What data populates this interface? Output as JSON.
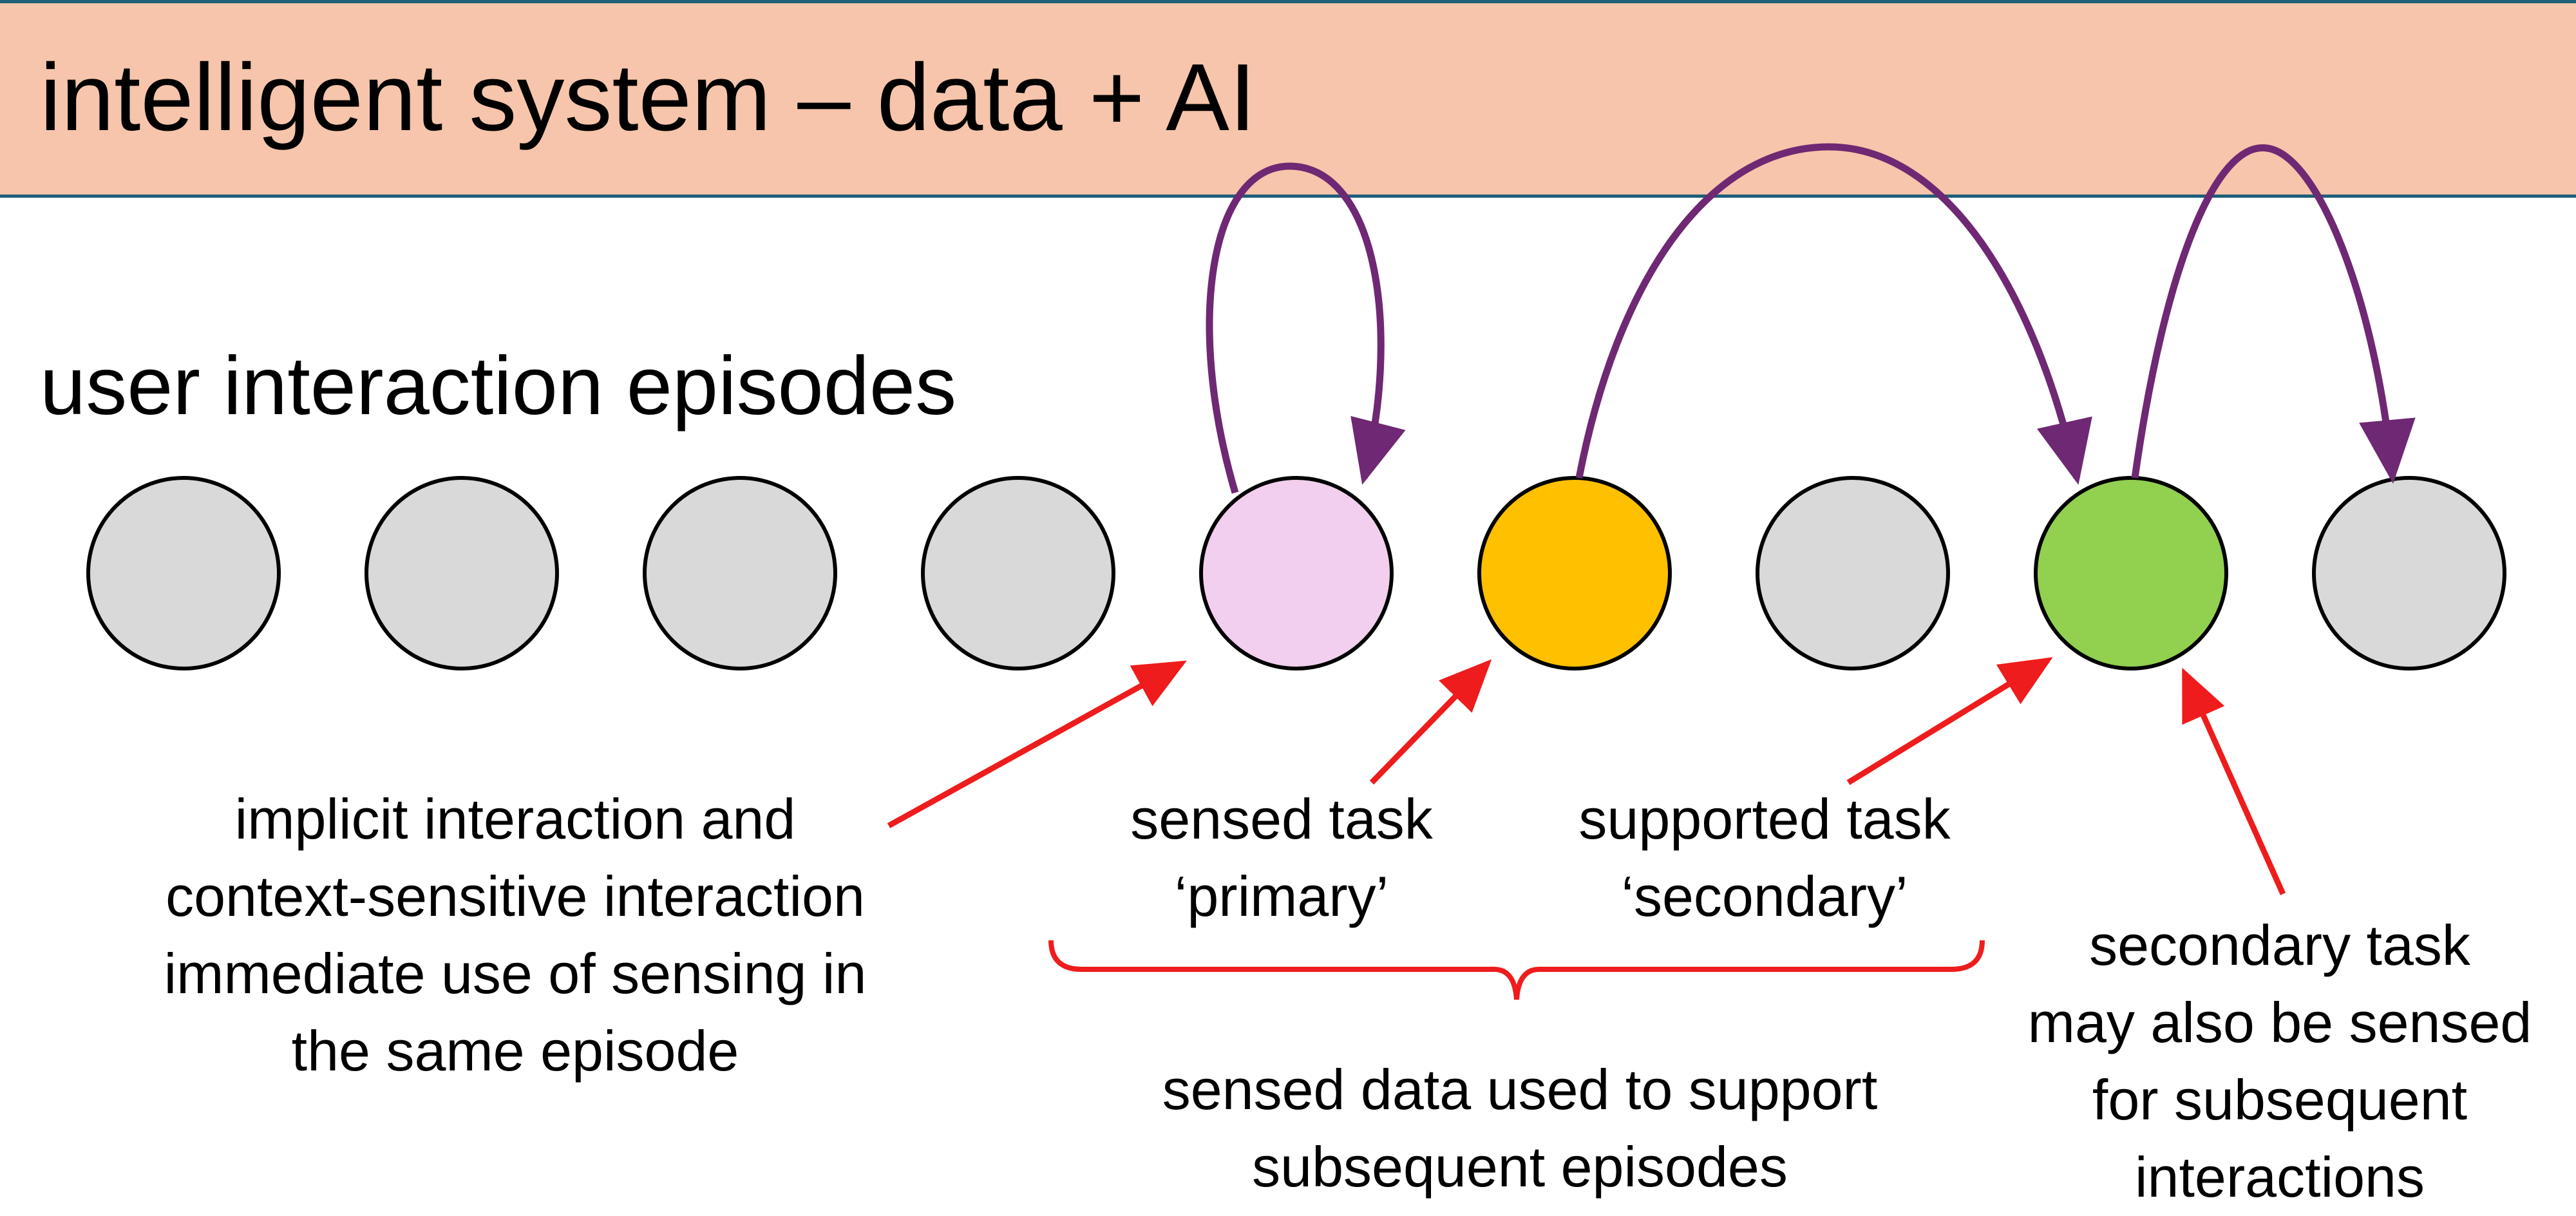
{
  "header": {
    "title": "intelligent system – data + AI"
  },
  "section": {
    "heading": "user interaction episodes"
  },
  "episodes": [
    {
      "state": "plain",
      "color": "#d9d9d9"
    },
    {
      "state": "plain",
      "color": "#d9d9d9"
    },
    {
      "state": "plain",
      "color": "#d9d9d9"
    },
    {
      "state": "plain",
      "color": "#d9d9d9"
    },
    {
      "state": "implicit",
      "color": "#f2cfee"
    },
    {
      "state": "primary",
      "color": "#ffc000"
    },
    {
      "state": "plain",
      "color": "#d9d9d9"
    },
    {
      "state": "secondary",
      "color": "#92d050"
    },
    {
      "state": "plain",
      "color": "#d9d9d9"
    }
  ],
  "colors": {
    "header_band": "#f6c5ab",
    "header_rule": "#1f5f7a",
    "loop_arrows": "#6f2873",
    "annotation_arrows": "#ee1c1c"
  },
  "annotations": {
    "implicit": {
      "lines": [
        "implicit interaction and",
        "context-sensitive interaction",
        "immediate use of sensing in",
        "the same episode"
      ]
    },
    "sensed_task": {
      "lines": [
        "sensed task",
        "‘primary’"
      ]
    },
    "supported_task": {
      "lines": [
        "supported task",
        "‘secondary’"
      ]
    },
    "secondary_sensed": {
      "lines": [
        "secondary task",
        "may also be sensed",
        "for subsequent",
        "interactions"
      ]
    },
    "sensed_data": {
      "lines": [
        "sensed data used to support",
        "subsequent episodes"
      ]
    }
  }
}
